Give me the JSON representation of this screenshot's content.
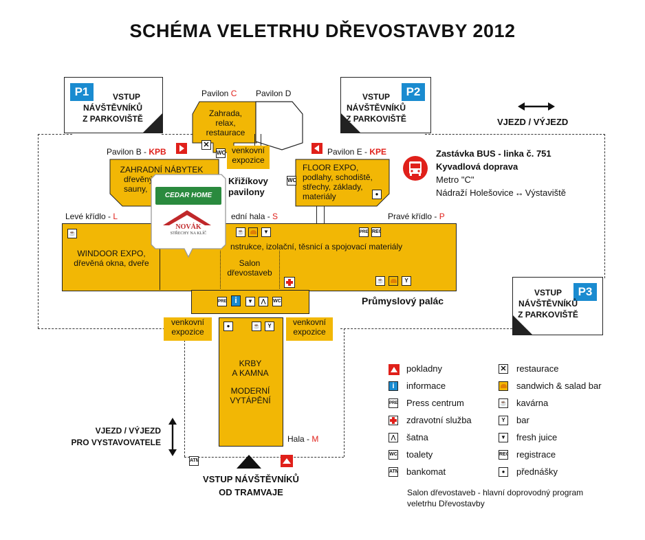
{
  "title": "SCHÉMA VELETRHU DŘEVOSTAVBY 2012",
  "parking": [
    {
      "badge": "P1",
      "text": [
        "VSTUP",
        "NÁVŠTĚVNÍKŮ",
        "Z PARKOVIŠTĚ"
      ]
    },
    {
      "badge": "P2",
      "text": [
        "VSTUP",
        "NÁVŠTĚVNÍKŮ",
        "Z PARKOVIŠTĚ"
      ]
    },
    {
      "badge": "P3",
      "text": [
        "VSTUP",
        "NÁVŠTĚVNÍKŮ",
        "Z PARKOVIŠTĚ"
      ]
    }
  ],
  "pavilions": {
    "c_label": "Pavilon",
    "c_letter": "C",
    "d_label": "Pavilon D",
    "c_text": [
      "Zahrada,",
      "relax,",
      "restaurace"
    ],
    "b_label": "Pavilon B - ",
    "b_code": "KPB",
    "b_text": [
      "ZAHRADNÍ NÁBYTEK",
      "dřevěný",
      "sauny,"
    ],
    "e_label": "Pavilon E - ",
    "e_code": "KPE",
    "e_text": [
      "FLOOR EXPO,",
      "podlahy, schodiště,",
      "střechy, základy,",
      "materiály"
    ],
    "krizikovy": [
      "Křižíkovy",
      "pavilony"
    ],
    "venkovni_top": [
      "venkovní",
      "expozice"
    ]
  },
  "halls": {
    "leve_label": "Levé křídlo - ",
    "leve_code": "L",
    "leve_text": [
      "WINDOOR EXPO,",
      "dřevěná okna, dveře"
    ],
    "stredni_label": "ední hala - ",
    "stredni_code": "S",
    "prave_label": "Pravé křídlo - ",
    "prave_code": "P",
    "main_text": "nstrukce, izolační, těsnicí a spojovací materiály",
    "salon": [
      "Salon",
      "dřevostaveb"
    ],
    "prumyslovy": "Průmyslový palác",
    "hala_label": "Hala - ",
    "hala_code": "M",
    "hala_text": [
      "KRBY",
      "A KAMNA",
      "",
      "MODERNÍ",
      "VYTÁPĚNÍ"
    ],
    "venkovni_left": [
      "venkovní",
      "expozice"
    ],
    "venkovni_right": [
      "venkovní",
      "expozice"
    ]
  },
  "bus": {
    "line1": "Zastávka BUS - linka č. 751",
    "line2": "Kyvadlová doprava",
    "line3": "Metro \"C\"",
    "line4_a": "Nádraží Holešovice",
    "line4_b": "Výstaviště"
  },
  "entries": {
    "vjezd_top": "VJEZD / VÝJEZD",
    "vjezd_bottom": [
      "VJEZD / VÝJEZD",
      "PRO VYSTAVOVATELE"
    ],
    "tram": [
      "VSTUP NÁVŠTĚVNÍKŮ",
      "OD TRAMVAJE"
    ]
  },
  "sponsors": {
    "cedar": "CEDAR HOME",
    "novak": "NOVÁK",
    "novak_sub": "STŘECHY NA KLÍČ"
  },
  "icons": {
    "press": "PRESS",
    "reg": "REG",
    "wc": "WC",
    "atm": "ATM",
    "info": "i"
  },
  "legend_left": [
    {
      "icon": "ticket-office-icon",
      "label": "pokladny"
    },
    {
      "icon": "info-icon",
      "label": "informace"
    },
    {
      "icon": "press-icon",
      "label": "Press centrum"
    },
    {
      "icon": "first-aid-icon",
      "label": "zdravotní služba"
    },
    {
      "icon": "cloakroom-icon",
      "label": "šatna"
    },
    {
      "icon": "wc-icon",
      "label": "toalety"
    },
    {
      "icon": "atm-icon",
      "label": "bankomat"
    }
  ],
  "legend_right": [
    {
      "icon": "restaurant-icon",
      "label": "restaurace"
    },
    {
      "icon": "sandwich-icon",
      "label": "sandwich & salad bar"
    },
    {
      "icon": "cafe-icon",
      "label": "kavárna"
    },
    {
      "icon": "bar-icon",
      "label": "bar"
    },
    {
      "icon": "juice-icon",
      "label": "fresh juice"
    },
    {
      "icon": "registration-icon",
      "label": "registrace"
    },
    {
      "icon": "lecture-icon",
      "label": "přednášky"
    }
  ],
  "legend_note": [
    "Salon dřevostaveb - hlavní doprovodný program",
    "veletrhu Dřevostavby"
  ],
  "colors": {
    "hall": "#f2b705",
    "accent": "#e0201a",
    "parking": "#1a8bd0"
  }
}
